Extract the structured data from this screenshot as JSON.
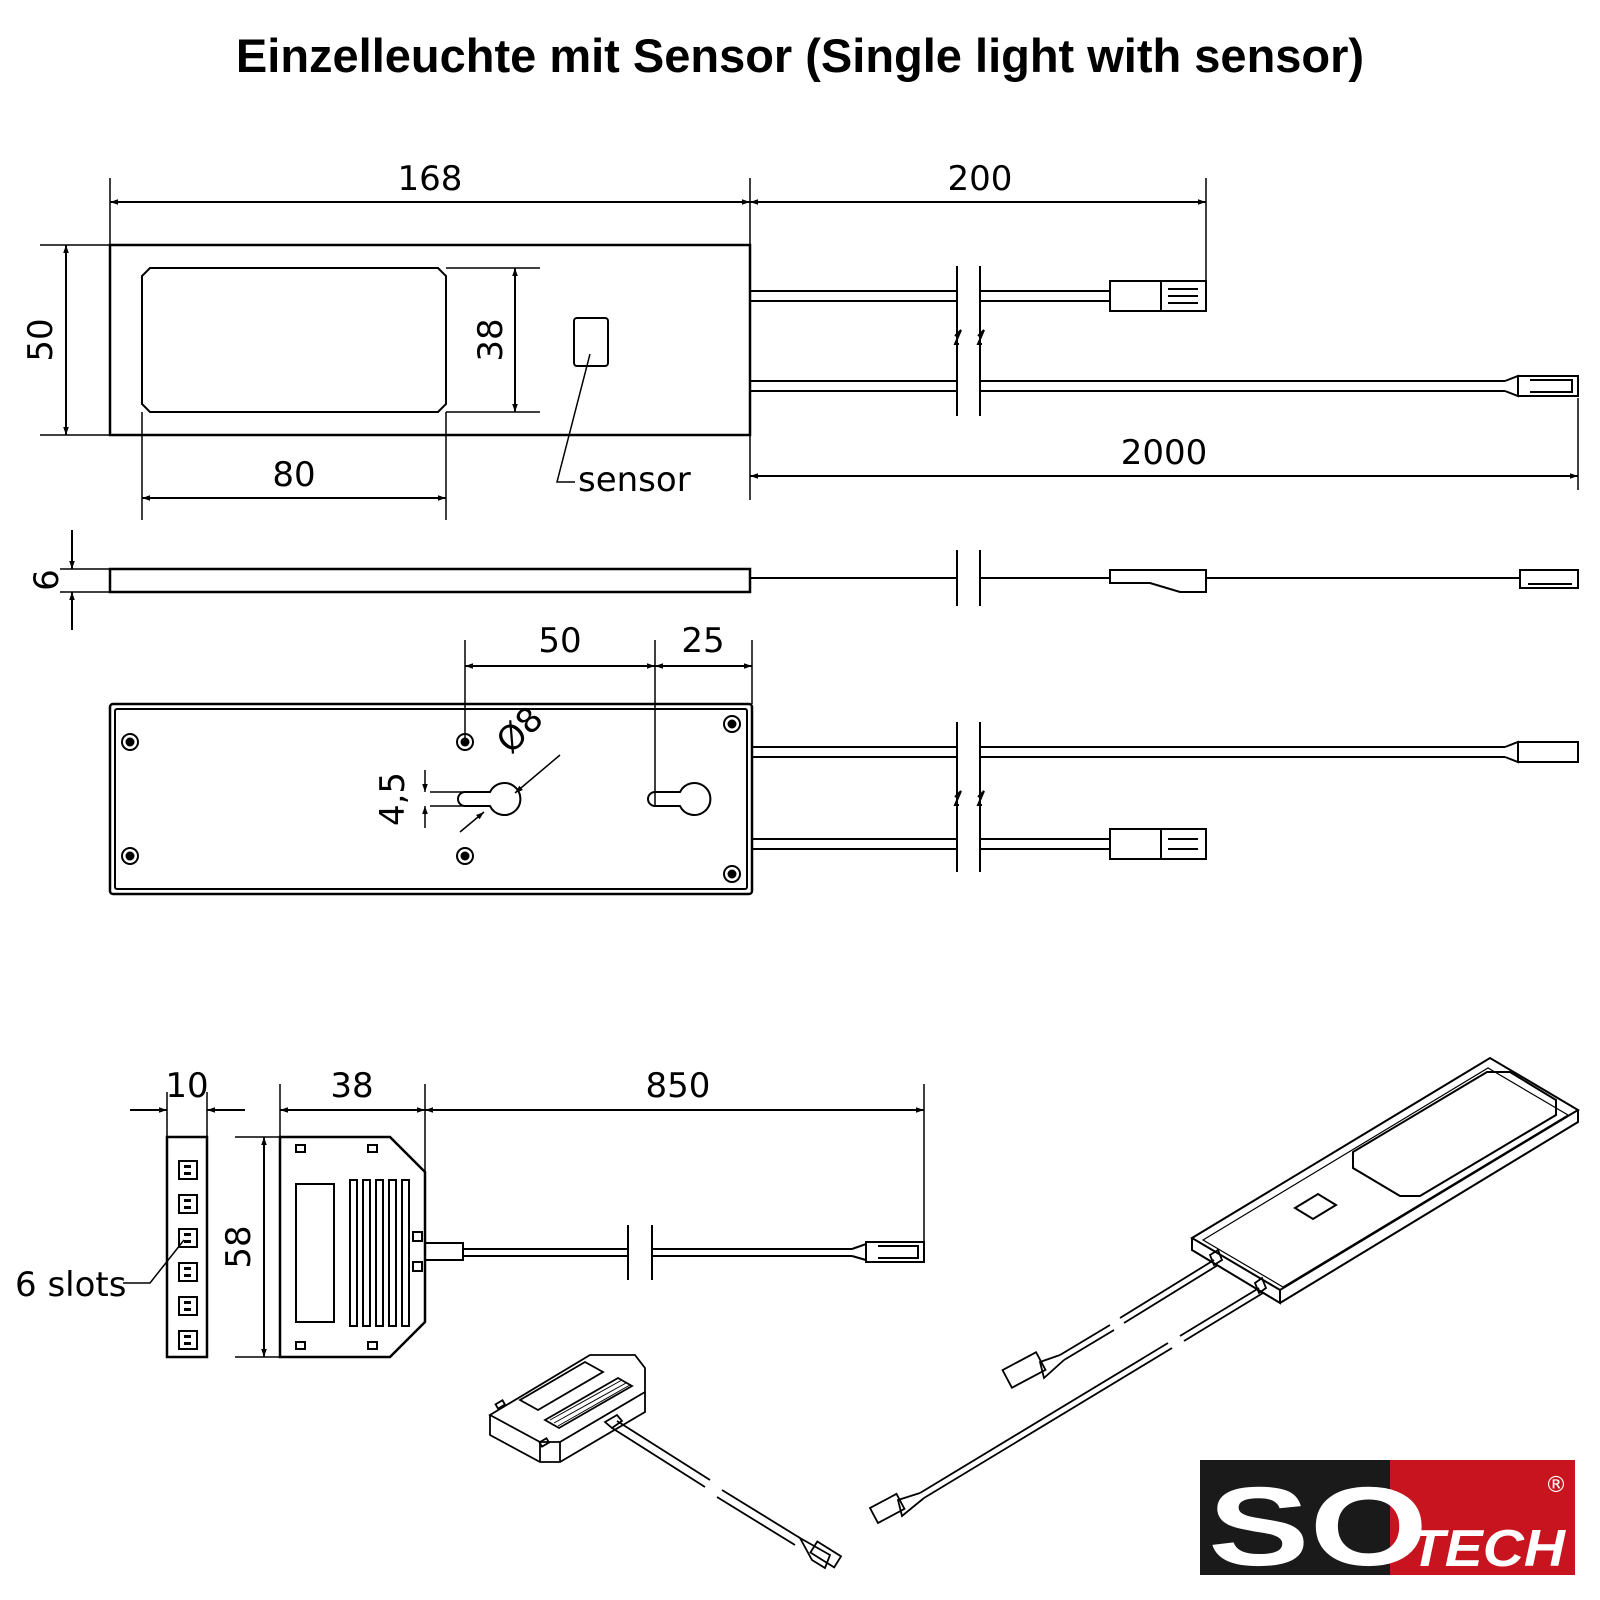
{
  "title": "Einzelleuchte mit Sensor (Single light with sensor)",
  "dimensions": {
    "length": "168",
    "cable_short": "200",
    "height": "50",
    "window_height": "38",
    "window_width": "80",
    "cable_long": "2000",
    "thickness": "6",
    "hole_spacing": "50",
    "hole_offset": "25",
    "hole_diameter": "Ø8",
    "slot_width": "4,5",
    "distributor_depth": "10",
    "distributor_width": "38",
    "distributor_cable": "850",
    "distributor_height": "58"
  },
  "labels": {
    "sensor": "sensor",
    "slots": "6 slots"
  },
  "logo": {
    "brand": "SO",
    "sub": "TECH",
    "registered": "®",
    "colors": {
      "dark": "#1a1a1a",
      "red": "#c8141e"
    }
  }
}
